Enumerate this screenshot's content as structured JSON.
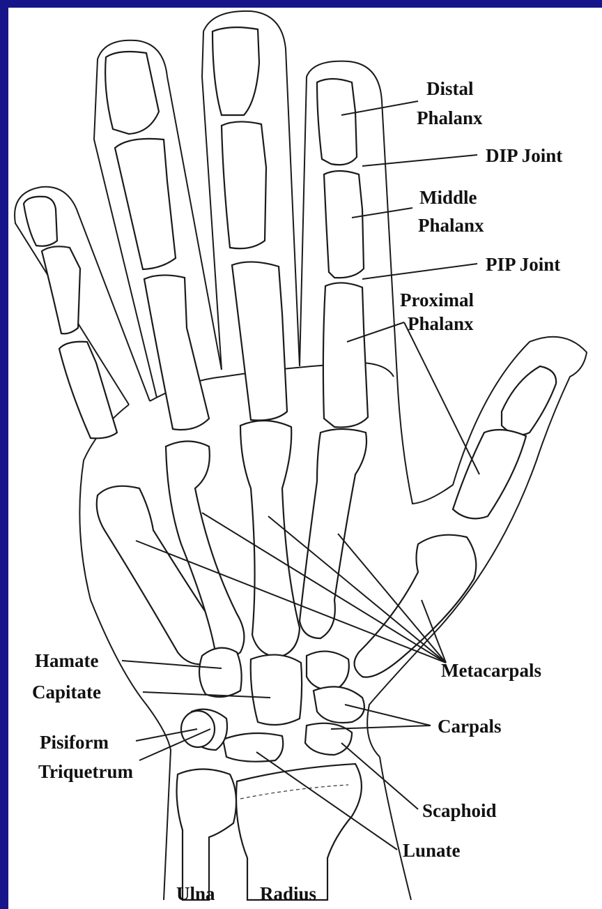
{
  "colors": {
    "background": "#16168a",
    "panel": "#ffffff",
    "ink": "#111111"
  },
  "labels": {
    "distal_phalanx_1": "Distal",
    "distal_phalanx_2": "Phalanx",
    "dip_joint": "DIP Joint",
    "middle_phalanx_1": "Middle",
    "middle_phalanx_2": "Phalanx",
    "pip_joint": "PIP Joint",
    "proximal_phalanx_1": "Proximal",
    "proximal_phalanx_2": "Phalanx",
    "metacarpals": "Metacarpals",
    "carpals": "Carpals",
    "hamate": "Hamate",
    "capitate": "Capitate",
    "pisiform": "Pisiform",
    "triquetrum": "Triquetrum",
    "scaphoid": "Scaphoid",
    "lunate": "Lunate",
    "ulna": "Ulna",
    "radius": "Radius"
  }
}
